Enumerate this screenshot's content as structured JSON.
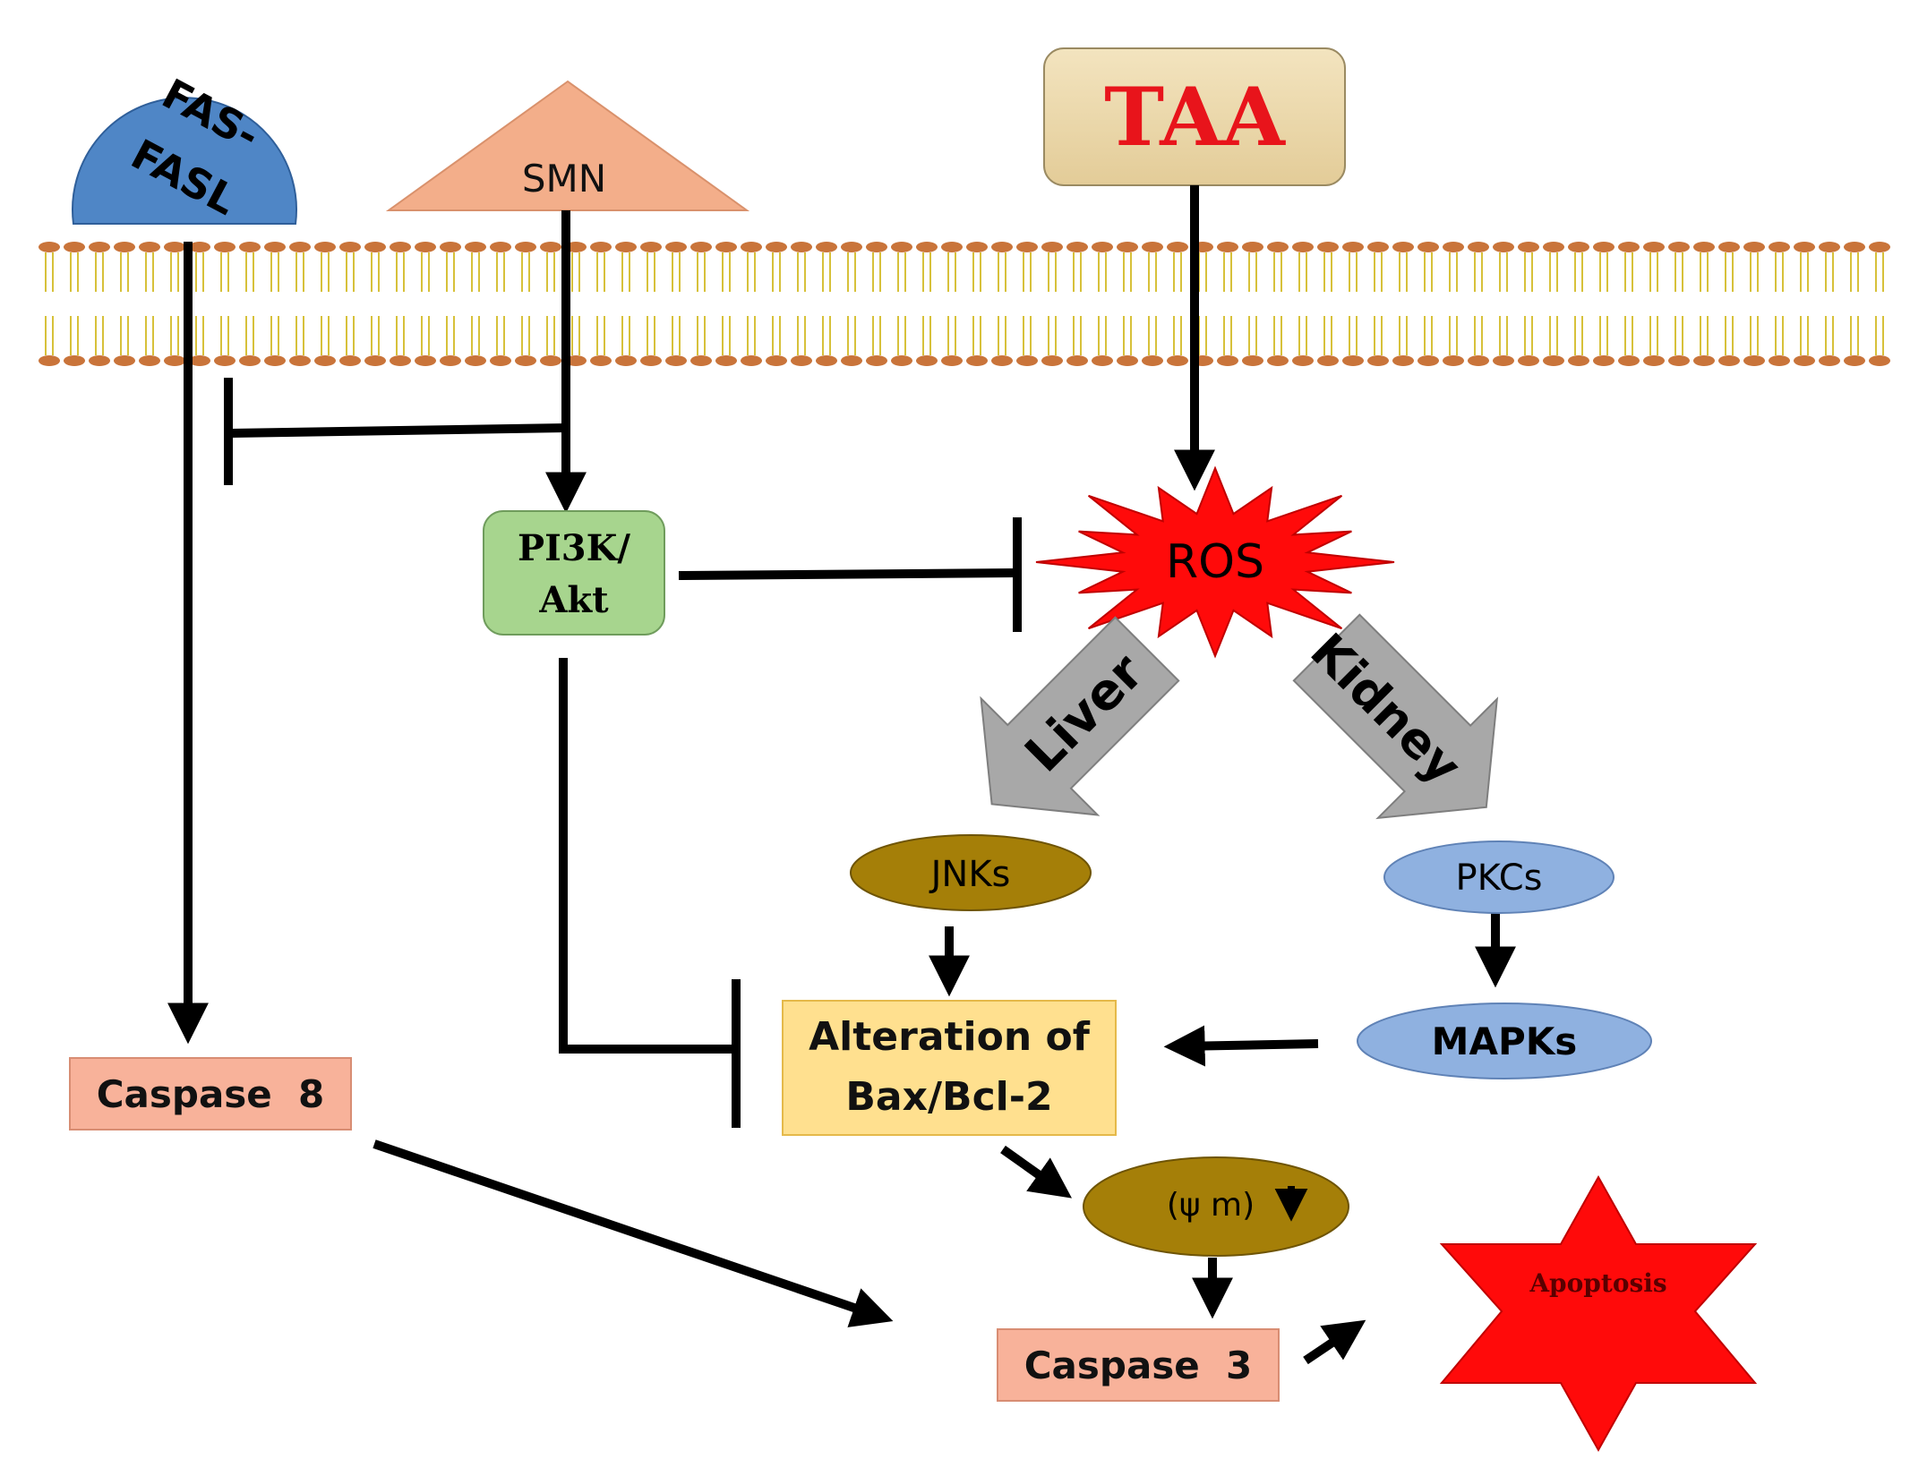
{
  "nodes": {
    "fas_fasl": {
      "line1": "FAS-",
      "line2": "FASL"
    },
    "smn": {
      "label": "SMN"
    },
    "taa": {
      "label": "TAA"
    },
    "pi3k_akt": {
      "line1": "PI3K/",
      "line2": "Akt"
    },
    "ros": {
      "label": "ROS"
    },
    "liver": {
      "label": "Liver"
    },
    "kidney": {
      "label": "Kidney"
    },
    "jnks": {
      "label": "JNKs"
    },
    "pkcs": {
      "label": "PKCs"
    },
    "mapks": {
      "label": "MAPKs"
    },
    "bax_bcl2": {
      "line1": "Alteration of",
      "line2": "Bax/Bcl-2"
    },
    "psi_m": {
      "label": "(ψ m)"
    },
    "caspase8": {
      "label": "Caspase  8"
    },
    "caspase3": {
      "label": "Caspase  3"
    },
    "apoptosis": {
      "label": "Apoptosis"
    }
  },
  "colors": {
    "fas_fill": "#4f86c6",
    "smn_fill": "#f3ae8a",
    "taa_fill": "#eedcb0",
    "taa_text": "#e8141b",
    "pi3k_fill": "#a7d58e",
    "ros_fill": "#ff0a0a",
    "organ_arrow": "#a8a8a8",
    "olive": "#a57f08",
    "blue_oval": "#8fb1e0",
    "bax_fill": "#ffe08f",
    "caspase_fill": "#f8b29a",
    "apoptosis_fill": "#ff0a0a",
    "membrane_head": "#c9743a",
    "membrane_tail": "#d7c13a"
  }
}
